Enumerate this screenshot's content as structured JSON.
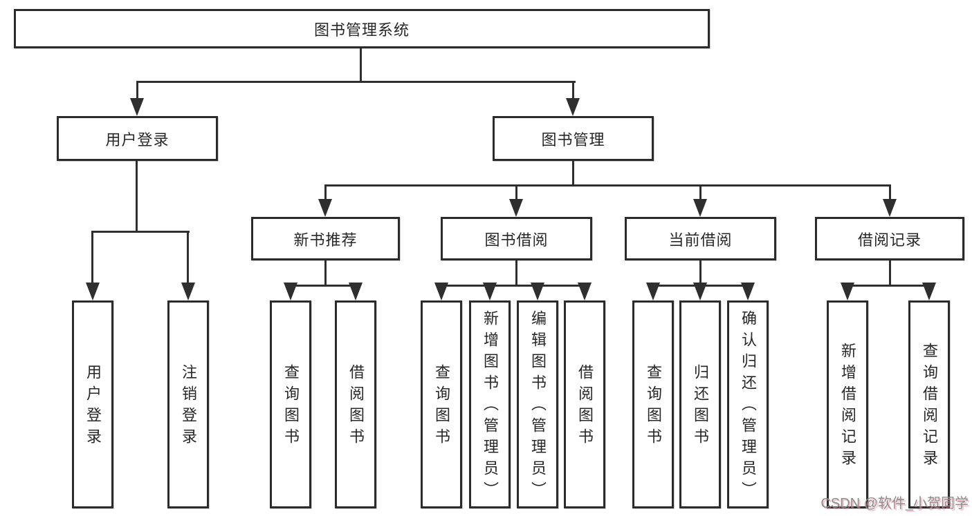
{
  "diagram": {
    "title": "图书管理系统",
    "watermark": "CSDN @软件_小贺同学",
    "colors": {
      "line": "#2f2f2f",
      "box_border": "#2b2b2b",
      "box_background": "#ffffff",
      "text": "#272727",
      "watermark_gray": "#8d8d8d",
      "watermark_pink": "#f0899f"
    },
    "level2": [
      "用户登录",
      "图书管理"
    ],
    "level3": [
      "新书推荐",
      "图书借阅",
      "当前借阅",
      "借阅记录"
    ],
    "leaves": {
      "user_login": [
        "用户登录",
        "注销登录"
      ],
      "new_book": [
        "查询图书",
        "借阅图书"
      ],
      "book_borrow": [
        "查询图书",
        "新增图书（管理员）",
        "编辑图书（管理员）",
        "借阅图书"
      ],
      "current_borrow": [
        "查询图书",
        "归还图书",
        "确认归还（管理员）"
      ],
      "borrow_records": [
        "新增借阅记录",
        "查询借阅记录"
      ]
    }
  }
}
